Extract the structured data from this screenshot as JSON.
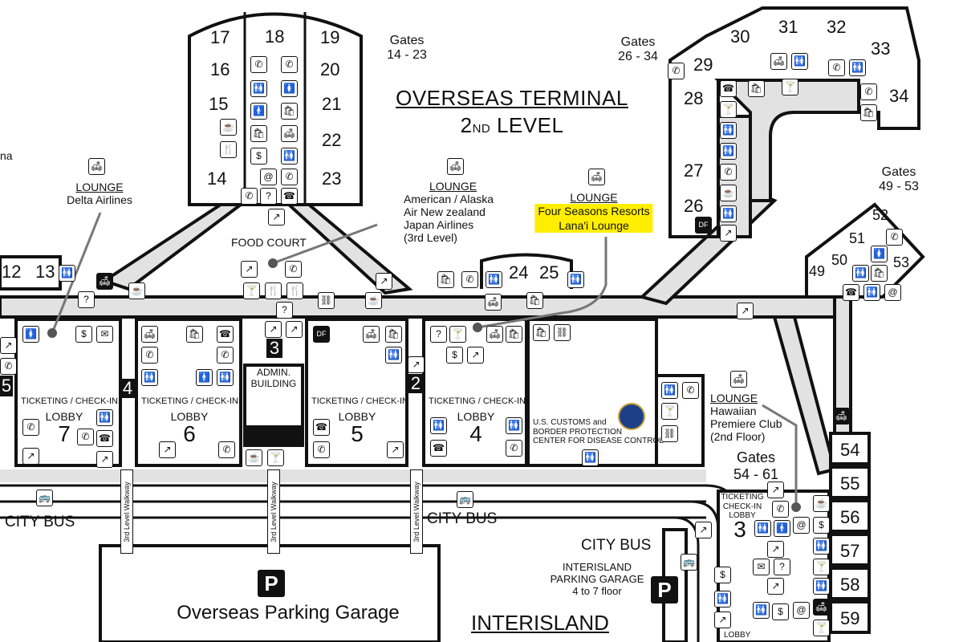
{
  "title": {
    "line1": "OVERSEAS TERMINAL",
    "line2a": "2",
    "line2b": "ND",
    "line2c": " LEVEL"
  },
  "gate_groups": {
    "g14_23": {
      "label": "Gates",
      "range": "14 - 23"
    },
    "g26_34": {
      "label": "Gates",
      "range": "26 - 34"
    },
    "g49_53": {
      "label": "Gates",
      "range": "49 - 53"
    },
    "g54_61": {
      "label": "Gates",
      "range": "54 - 61"
    }
  },
  "gates": {
    "g12": "12",
    "g13": "13",
    "g14": "14",
    "g15": "15",
    "g16": "16",
    "g17": "17",
    "g18": "18",
    "g19": "19",
    "g20": "20",
    "g21": "21",
    "g22": "22",
    "g23": "23",
    "g24": "24",
    "g25": "25",
    "g26": "26",
    "g27": "27",
    "g28": "28",
    "g29": "29",
    "g30": "30",
    "g31": "31",
    "g32": "32",
    "g33": "33",
    "g34": "34",
    "g49": "49",
    "g50": "50",
    "g51": "51",
    "g52": "52",
    "g53": "53",
    "g54": "54",
    "g55": "55",
    "g56": "56",
    "g57": "57",
    "g58": "58",
    "g59": "59"
  },
  "lounges": {
    "delta": {
      "label": "LOUNGE",
      "name": "Delta Airlines"
    },
    "american": {
      "label": "LOUNGE",
      "line1": "American / Alaska",
      "line2": "Air New zealand",
      "line3": "Japan Airlines",
      "line4": "(3rd Level)"
    },
    "four_seasons": {
      "label": "LOUNGE",
      "line1": "Four Seasons Resorts",
      "line2": "Lana'i Lounge"
    },
    "hawaiian": {
      "label": "LOUNGE",
      "line1": "Hawaiian",
      "line2": "Premiere Club",
      "line3": "(2nd Floor)"
    }
  },
  "food_court": "FOOD COURT",
  "admin": {
    "line1": "ADMIN.",
    "line2": "BUILDING"
  },
  "lobbies": {
    "l7": {
      "ticketing": "TICKETING / CHECK-IN",
      "label": "LOBBY",
      "num": "7"
    },
    "l6": {
      "ticketing": "TICKETING / CHECK-IN",
      "label": "LOBBY",
      "num": "6"
    },
    "l5": {
      "ticketing": "TICKETING / CHECK-IN",
      "label": "LOBBY",
      "num": "5"
    },
    "l4": {
      "ticketing": "TICKETING / CHECK-IN",
      "label": "LOBBY",
      "num": "4"
    },
    "l3": {
      "ticketing1": "TICKETING",
      "ticketing2": "CHECK-IN",
      "label": "LOBBY",
      "num": "3"
    }
  },
  "customs": {
    "line1": "U.S. CUSTOMS and",
    "line2": "BORDER PROTECTION",
    "line3": "CENTER FOR DISEASE CONTROL"
  },
  "markers": {
    "m5": "5",
    "m4": "4",
    "m3": "3",
    "m2": "2"
  },
  "city_bus": {
    "left": "CITY BUS",
    "center": "CITY BUS",
    "right": "CITY BUS"
  },
  "walkway": "3rd Level Walkway",
  "parking": {
    "symbol": "P",
    "overseas": "Overseas Parking Garage",
    "interisland_line1": "INTERISLAND",
    "interisland_line2": "PARKING GARAGE",
    "interisland_line3": "4 to 7 floor"
  },
  "interisland": "INTERISLAND",
  "partial": {
    "left_edge": "na",
    "lobby_bottom": "LOBBY"
  },
  "icons": {
    "phone": "✆",
    "restroom": "🚻",
    "man": "🚹",
    "woman": "🚺",
    "info": "?",
    "food": "🍴",
    "coffee": "☕",
    "bar": "🍸",
    "atm": "$",
    "mail": "✉",
    "shop": "🛍",
    "lounge": "🛋",
    "escalator": "↗",
    "bus": "🚌",
    "internet": "@",
    "tty": "☎",
    "baggage": "⛓",
    "duty_free": "DF"
  },
  "colors": {
    "highlight": "#ffee00",
    "walkway_fill": "#e2e2e2",
    "outline": "#111111",
    "seal": "#1d3f8a"
  }
}
